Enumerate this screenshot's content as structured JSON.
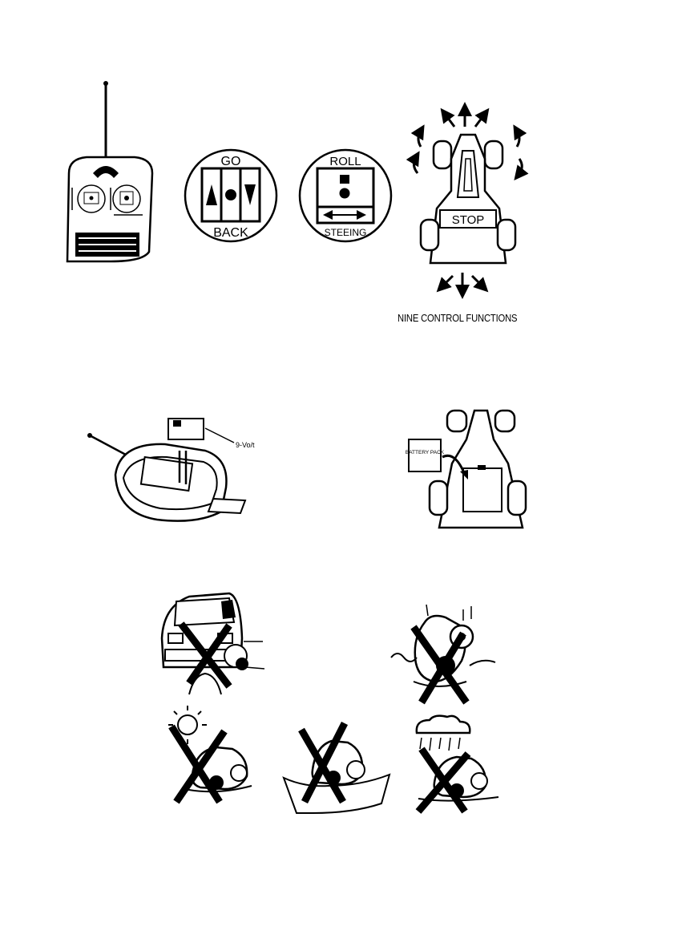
{
  "controls": {
    "go_back_dial": {
      "top_label": "GO",
      "bottom_label": "BACK"
    },
    "roll_steering_dial": {
      "top_label": "ROLL",
      "bottom_label": "STEEING"
    }
  },
  "car_diagram": {
    "stop_label": "STOP",
    "caption": "NINE CONTROL FUNCTIONS"
  },
  "battery_install": {
    "transmitter_label": "9-Vo/t",
    "car_battery_label": "BATTERY PACK"
  }
}
